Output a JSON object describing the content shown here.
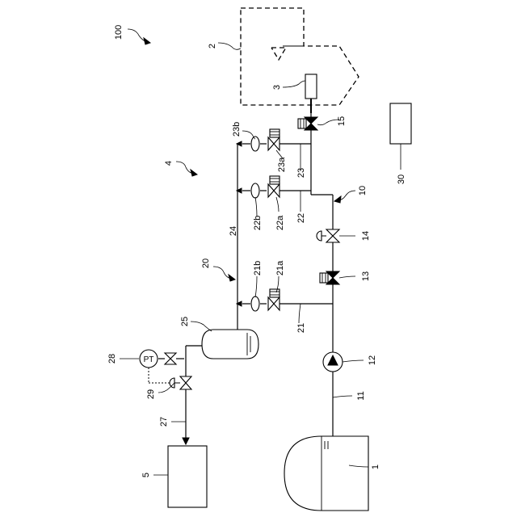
{
  "labels": {
    "system": "100",
    "tank_1": "1",
    "housing_2": "2",
    "nozzle_3": "3",
    "system_4": "4",
    "box_5": "5",
    "line_10": "10",
    "pipe_11": "11",
    "pump_12": "12",
    "valve_13": "13",
    "valve_14": "14",
    "valve_15": "15",
    "group_20": "20",
    "pipe_21": "21",
    "valve_21a": "21a",
    "orifice_21b": "21b",
    "pipe_22": "22",
    "valve_22a": "22a",
    "orifice_22b": "22b",
    "pipe_23": "23",
    "valve_23a": "23a",
    "orifice_23b": "23b",
    "header_24": "24",
    "vessel_25": "25",
    "pipe_27": "27",
    "gauge_28": "28",
    "valve_29": "29",
    "controller_30": "30",
    "pressure_gauge": "PT"
  }
}
